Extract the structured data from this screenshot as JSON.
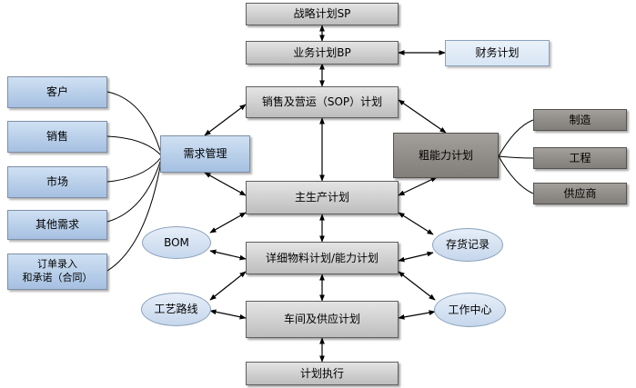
{
  "nodes": {
    "strategy_plan": "战略计划SP",
    "business_plan": "业务计划BP",
    "finance_plan": "财务计划",
    "sop_plan": "销售及营运（SOP）计划",
    "demand_mgmt": "需求管理",
    "capacity_plan": "粗能力计划",
    "master_production": "主生产计划",
    "material_capacity": "详细物料计划/能力计划",
    "workshop_supply": "车间及供应计划",
    "execution": "计划执行",
    "bom": "BOM",
    "inventory": "存货记录",
    "routing": "工艺路线",
    "work_center": "工作中心",
    "customer": "客户",
    "sales": "销售",
    "market": "市场",
    "other_demand": "其他需求",
    "order_entry_line1": "订单录入",
    "order_entry_line2": "和承诺（合同）",
    "manufacturing": "制造",
    "engineering": "工程",
    "supplier": "供应商"
  },
  "colors": {
    "gray_box": "#cfcfcf",
    "blue_box": "#b6cde8",
    "dark_box": "#8e8a85",
    "ellipse": "#c6d7ec",
    "line": "#000000"
  }
}
